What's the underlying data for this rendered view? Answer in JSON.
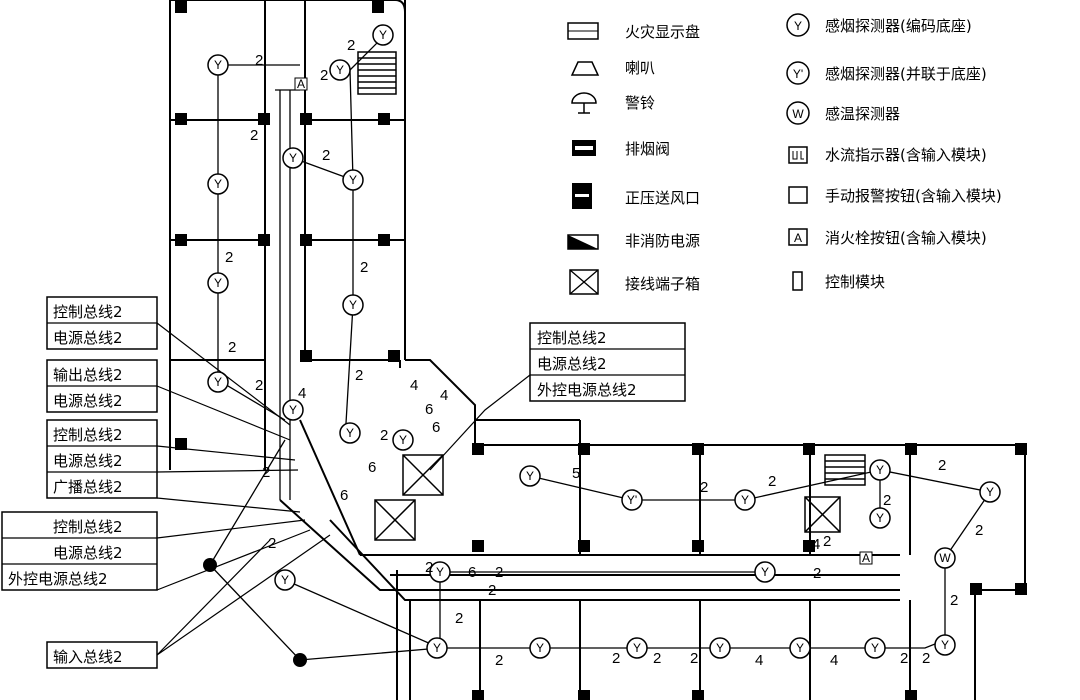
{
  "legend": {
    "left": [
      {
        "icon": "fire-display-panel-icon",
        "label": "火灾显示盘"
      },
      {
        "icon": "horn-icon",
        "label": "喇叭"
      },
      {
        "icon": "alarm-bell-icon",
        "label": "警铃"
      },
      {
        "icon": "smoke-exhaust-valve-icon",
        "label": "排烟阀"
      },
      {
        "icon": "pressurized-air-vent-icon",
        "label": "正压送风口"
      },
      {
        "icon": "non-fire-power-icon",
        "label": "非消防电源"
      },
      {
        "icon": "junction-box-icon",
        "label": "接线端子箱"
      }
    ],
    "right": [
      {
        "icon": "smoke-detector-coded-icon",
        "symbol": "Y",
        "label": "感烟探测器(编码底座)"
      },
      {
        "icon": "smoke-detector-parallel-icon",
        "symbol": "Y'",
        "label": "感烟探测器(并联于底座)"
      },
      {
        "icon": "heat-detector-icon",
        "symbol": "W",
        "label": "感温探测器"
      },
      {
        "icon": "water-flow-indicator-icon",
        "symbol": "JL",
        "label": "水流指示器(含输入模块)"
      },
      {
        "icon": "manual-alarm-button-icon",
        "symbol": "",
        "label": "手动报警按钮(含输入模块)"
      },
      {
        "icon": "hydrant-button-icon",
        "symbol": "A",
        "label": "消火栓按钮(含输入模块)"
      },
      {
        "icon": "control-module-icon",
        "symbol": "",
        "label": "控制模块"
      }
    ]
  },
  "callouts": {
    "left_group_1": [
      "控制总线2",
      "电源总线2"
    ],
    "left_group_2": [
      "输出总线2",
      "电源总线2"
    ],
    "left_group_3": [
      "控制总线2",
      "电源总线2",
      "广播总线2"
    ],
    "left_group_4": [
      "控制总线2",
      "电源总线2",
      "外控电源总线2"
    ],
    "left_group_5": [
      "输入总线2"
    ],
    "right_group": [
      "控制总线2",
      "电源总线2",
      "外控电源总线2"
    ]
  },
  "detector_symbols": {
    "smoke": "Y",
    "smoke_parallel": "Y'",
    "heat": "W",
    "hydrant": "A"
  },
  "wire_counts": [
    "2",
    "4",
    "5",
    "6"
  ]
}
